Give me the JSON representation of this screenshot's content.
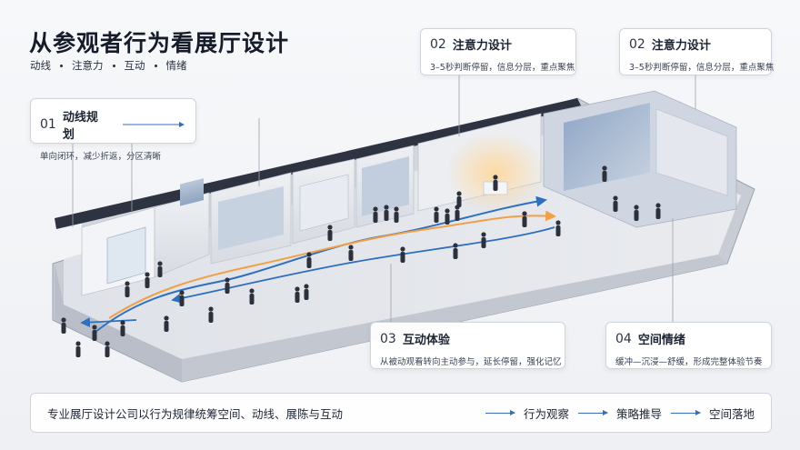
{
  "header": {
    "title": "从参观者行为看展厅设计",
    "tags": [
      "动线",
      "注意力",
      "互动",
      "情绪"
    ]
  },
  "cards": {
    "c01": {
      "num": "01",
      "title": "动线规划",
      "desc": "单向闭环，减少折返，分区清晰"
    },
    "c02a": {
      "num": "02",
      "title": "注意力设计",
      "desc": "3–5秒判断停留，信息分层，重点聚焦"
    },
    "c02b": {
      "num": "02",
      "title": "注意力设计",
      "desc": "3–5秒判断停留，信息分层，重点聚焦"
    },
    "c03": {
      "num": "03",
      "title": "互动体验",
      "desc": "从被动观看转向主动参与，延长停留，强化记忆"
    },
    "c04": {
      "num": "04",
      "title": "空间情绪",
      "desc": "缓冲—沉浸—舒缓，形成完整体验节奏"
    }
  },
  "footer": {
    "text": "专业展厅设计公司以行为规律统筹空间、动线、展陈与互动",
    "steps": [
      "行为观察",
      "策略推导",
      "空间落地"
    ]
  },
  "colors": {
    "accent_blue": "#2f6fbf",
    "accent_orange": "#f0a046",
    "wall": "#e6e9ee",
    "floor": "#d9dde4"
  }
}
